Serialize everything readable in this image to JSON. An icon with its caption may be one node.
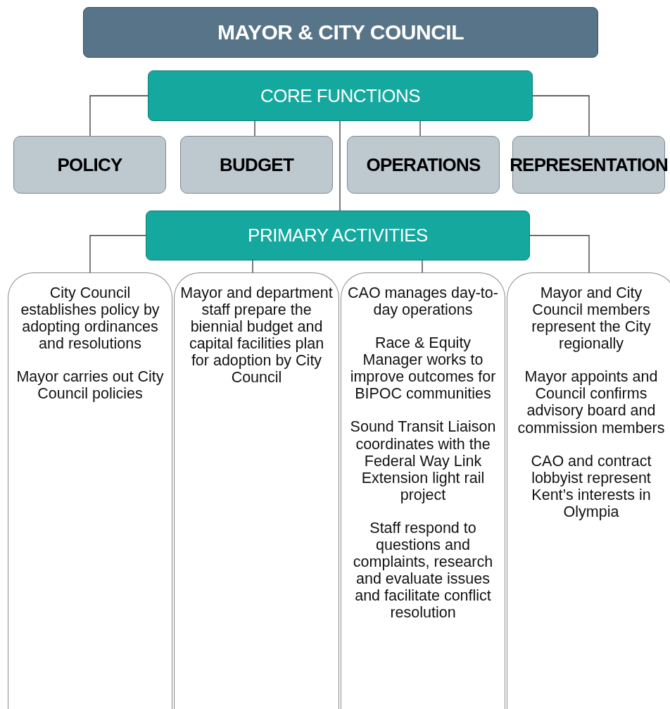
{
  "diagram": {
    "nodes": [
      {
        "text": [
          "MAYOR & CITY COUNCIL"
        ]
      },
      {
        "text": [
          "CORE FUNCTIONS"
        ]
      },
      {
        "text": [
          "POLICY"
        ]
      },
      {
        "text": [
          "BUDGET"
        ]
      },
      {
        "text": [
          "OPERATIONS"
        ]
      },
      {
        "text": [
          "REPRESENTATION"
        ]
      },
      {
        "text": [
          "PRIMARY ACTIVITIES"
        ]
      },
      {
        "text": [
          "City Council establishes policy by adopting ordinances and resolutions",
          "Mayor carries out City Council policies"
        ]
      },
      {
        "text": [
          "Mayor and department staff prepare the biennial budget and capital facilities plan for adoption by City Council"
        ]
      },
      {
        "text": [
          "CAO manages day-to-day operations",
          "Race & Equity Manager works to improve outcomes for BIPOC communities",
          "Sound Transit Liaison coordinates with the Federal Way Link Extension light rail project",
          "Staff respond to questions and complaints, research and evaluate issues and facilitate conflict resolution"
        ]
      },
      {
        "text": [
          "Mayor and City Council members represent the City regionally",
          "Mayor appoints and Council confirms advisory board and commission members",
          "CAO and contract lobbyist represent Kent’s interests in Olympia"
        ]
      }
    ],
    "edges": [
      {
        "from": 1,
        "to": 2,
        "arrow": "none"
      },
      {
        "from": 1,
        "to": 3,
        "arrow": "none"
      },
      {
        "from": 1,
        "to": 4,
        "arrow": "none"
      },
      {
        "from": 1,
        "to": 5,
        "arrow": "none"
      },
      {
        "from": 1,
        "to": 6,
        "arrow": "none"
      },
      {
        "from": 6,
        "to": 7,
        "arrow": "none"
      },
      {
        "from": 6,
        "to": 8,
        "arrow": "none"
      },
      {
        "from": 6,
        "to": 9,
        "arrow": "none"
      },
      {
        "from": 6,
        "to": 10,
        "arrow": "none"
      }
    ]
  }
}
